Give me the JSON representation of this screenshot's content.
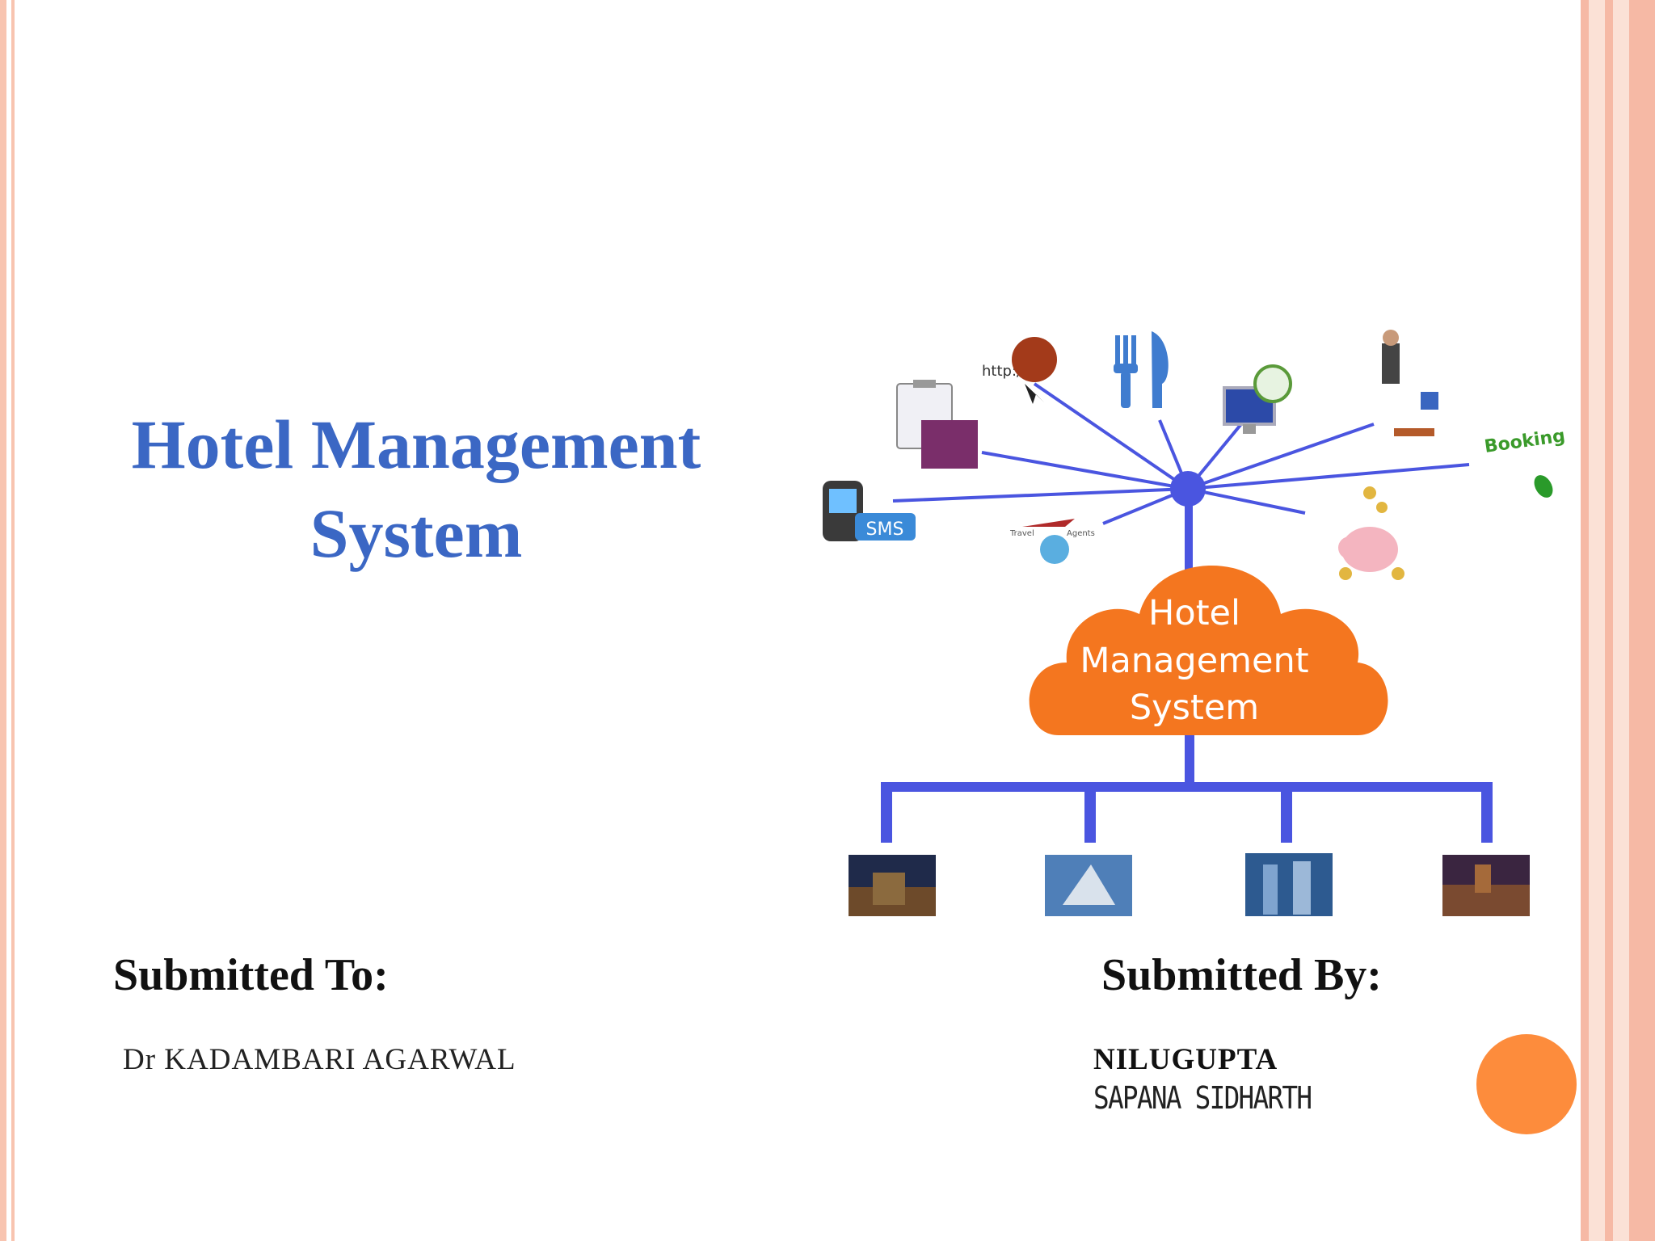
{
  "slide": {
    "title_line1": "Hotel Management",
    "title_line2": "System",
    "submitted_to_label": "Submitted To:",
    "submitted_to_name": "Dr KADAMBARI AGARWAL",
    "submitted_by_label": "Submitted By:",
    "submitted_by_names": [
      "NILUGUPTA",
      "SAPANA SIDHARTH"
    ]
  },
  "diagram": {
    "cloud_lines": [
      "Hotel",
      "Management",
      "System"
    ],
    "sms_label": "SMS",
    "http_label": "http://",
    "booking_label": "Booking",
    "travel_label": "Travel",
    "agents_label": "Agents",
    "icons": [
      "clipboard-box-icon",
      "web-globe-icon",
      "fork-knife-icon",
      "computer-clock-icon",
      "housekeeping-icon",
      "booking-mouse-icon",
      "sms-phone-icon",
      "travel-agents-icon",
      "piggy-bank-icon"
    ],
    "hotel_photos": [
      "hotel-photo-1",
      "hotel-photo-2",
      "hotel-photo-3",
      "hotel-photo-4"
    ]
  },
  "colors": {
    "title": "#3b67c4",
    "diagram_lines": "#4a55e0",
    "cloud": "#f4761f",
    "accent_dot": "#fd8c3c",
    "frame": "#f6b9a5"
  }
}
